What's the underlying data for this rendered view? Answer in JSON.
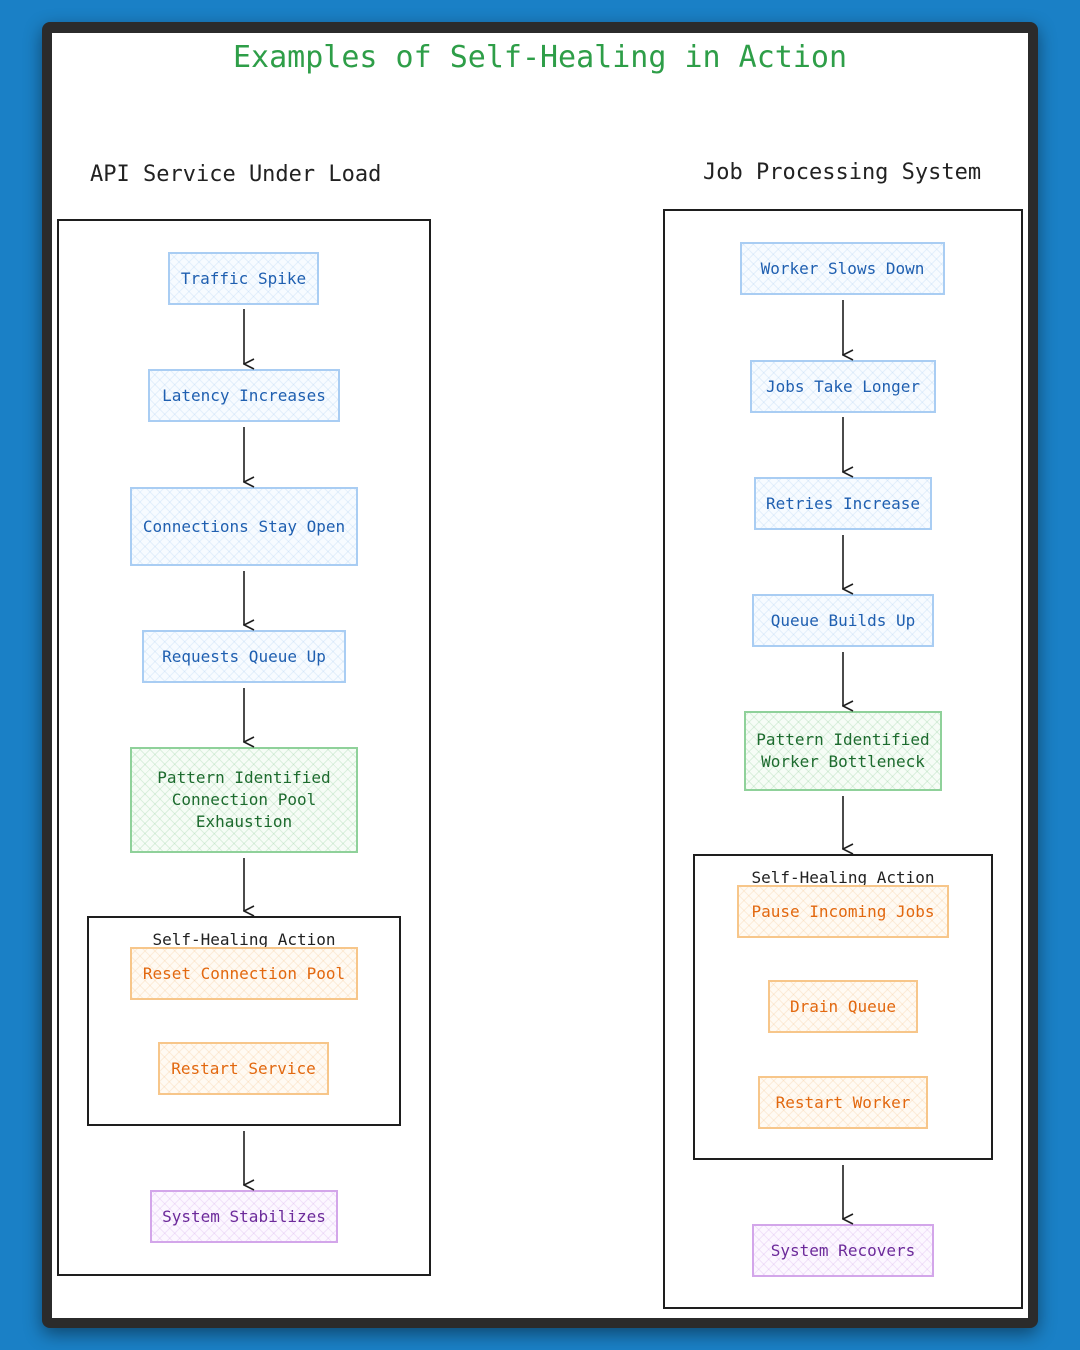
{
  "title": "Examples of Self-Healing in Action",
  "colors": {
    "background": "#1a80c6",
    "title": "#2e9e48",
    "symptom": "#1f5fb0",
    "diagnosis": "#1d6b2e",
    "action": "#e2680f",
    "outcome": "#6c2a9a"
  },
  "left": {
    "heading": "API Service Under Load",
    "nodes": {
      "traffic_spike": "Traffic Spike",
      "latency": "Latency Increases",
      "connections": "Connections Stay Open",
      "requests": "Requests Queue Up",
      "pattern": "Pattern Identified\nConnection Pool\nExhaustion",
      "reset_pool": "Reset Connection Pool",
      "restart_service": "Restart Service",
      "stabilizes": "System Stabilizes"
    },
    "action_label": "Self-Healing Action"
  },
  "right": {
    "heading": "Job Processing System",
    "nodes": {
      "worker_slows": "Worker Slows Down",
      "jobs_longer": "Jobs Take Longer",
      "retries": "Retries Increase",
      "queue_builds": "Queue Builds Up",
      "pattern": "Pattern Identified\nWorker Bottleneck",
      "pause_jobs": "Pause Incoming Jobs",
      "drain_queue": "Drain Queue",
      "restart_worker": "Restart Worker",
      "recovers": "System Recovers"
    },
    "action_label": "Self-Healing Action"
  }
}
